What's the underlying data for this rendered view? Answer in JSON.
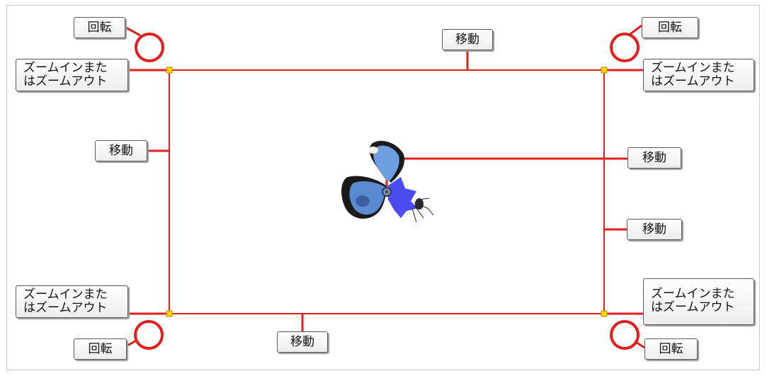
{
  "labels": {
    "rotate_tl": "回転",
    "rotate_tr": "回転",
    "rotate_bl": "回転",
    "rotate_br": "回転",
    "move_top": "移動",
    "move_left": "移動",
    "move_center": "移動",
    "move_right": "移動",
    "move_bottom": "移動",
    "zoom_tl": "ズームインまた\nはズームアウト",
    "zoom_tr": "ズームインまた\nはズームアウト",
    "zoom_bl": "ズームインまた\nはズームアウト",
    "zoom_br": "ズームインまた\nはズームアウト"
  },
  "colors": {
    "handle_line": "#e01f1f",
    "corner_handle": "#ffd800",
    "callout_border": "#5a5a5a",
    "butterfly_wing": "#6f9ee0",
    "butterfly_accent": "#4a4cf2"
  },
  "icons": [
    "rotation-handle-icon",
    "scale-handle-icon",
    "pivot-icon",
    "butterfly-icon"
  ]
}
